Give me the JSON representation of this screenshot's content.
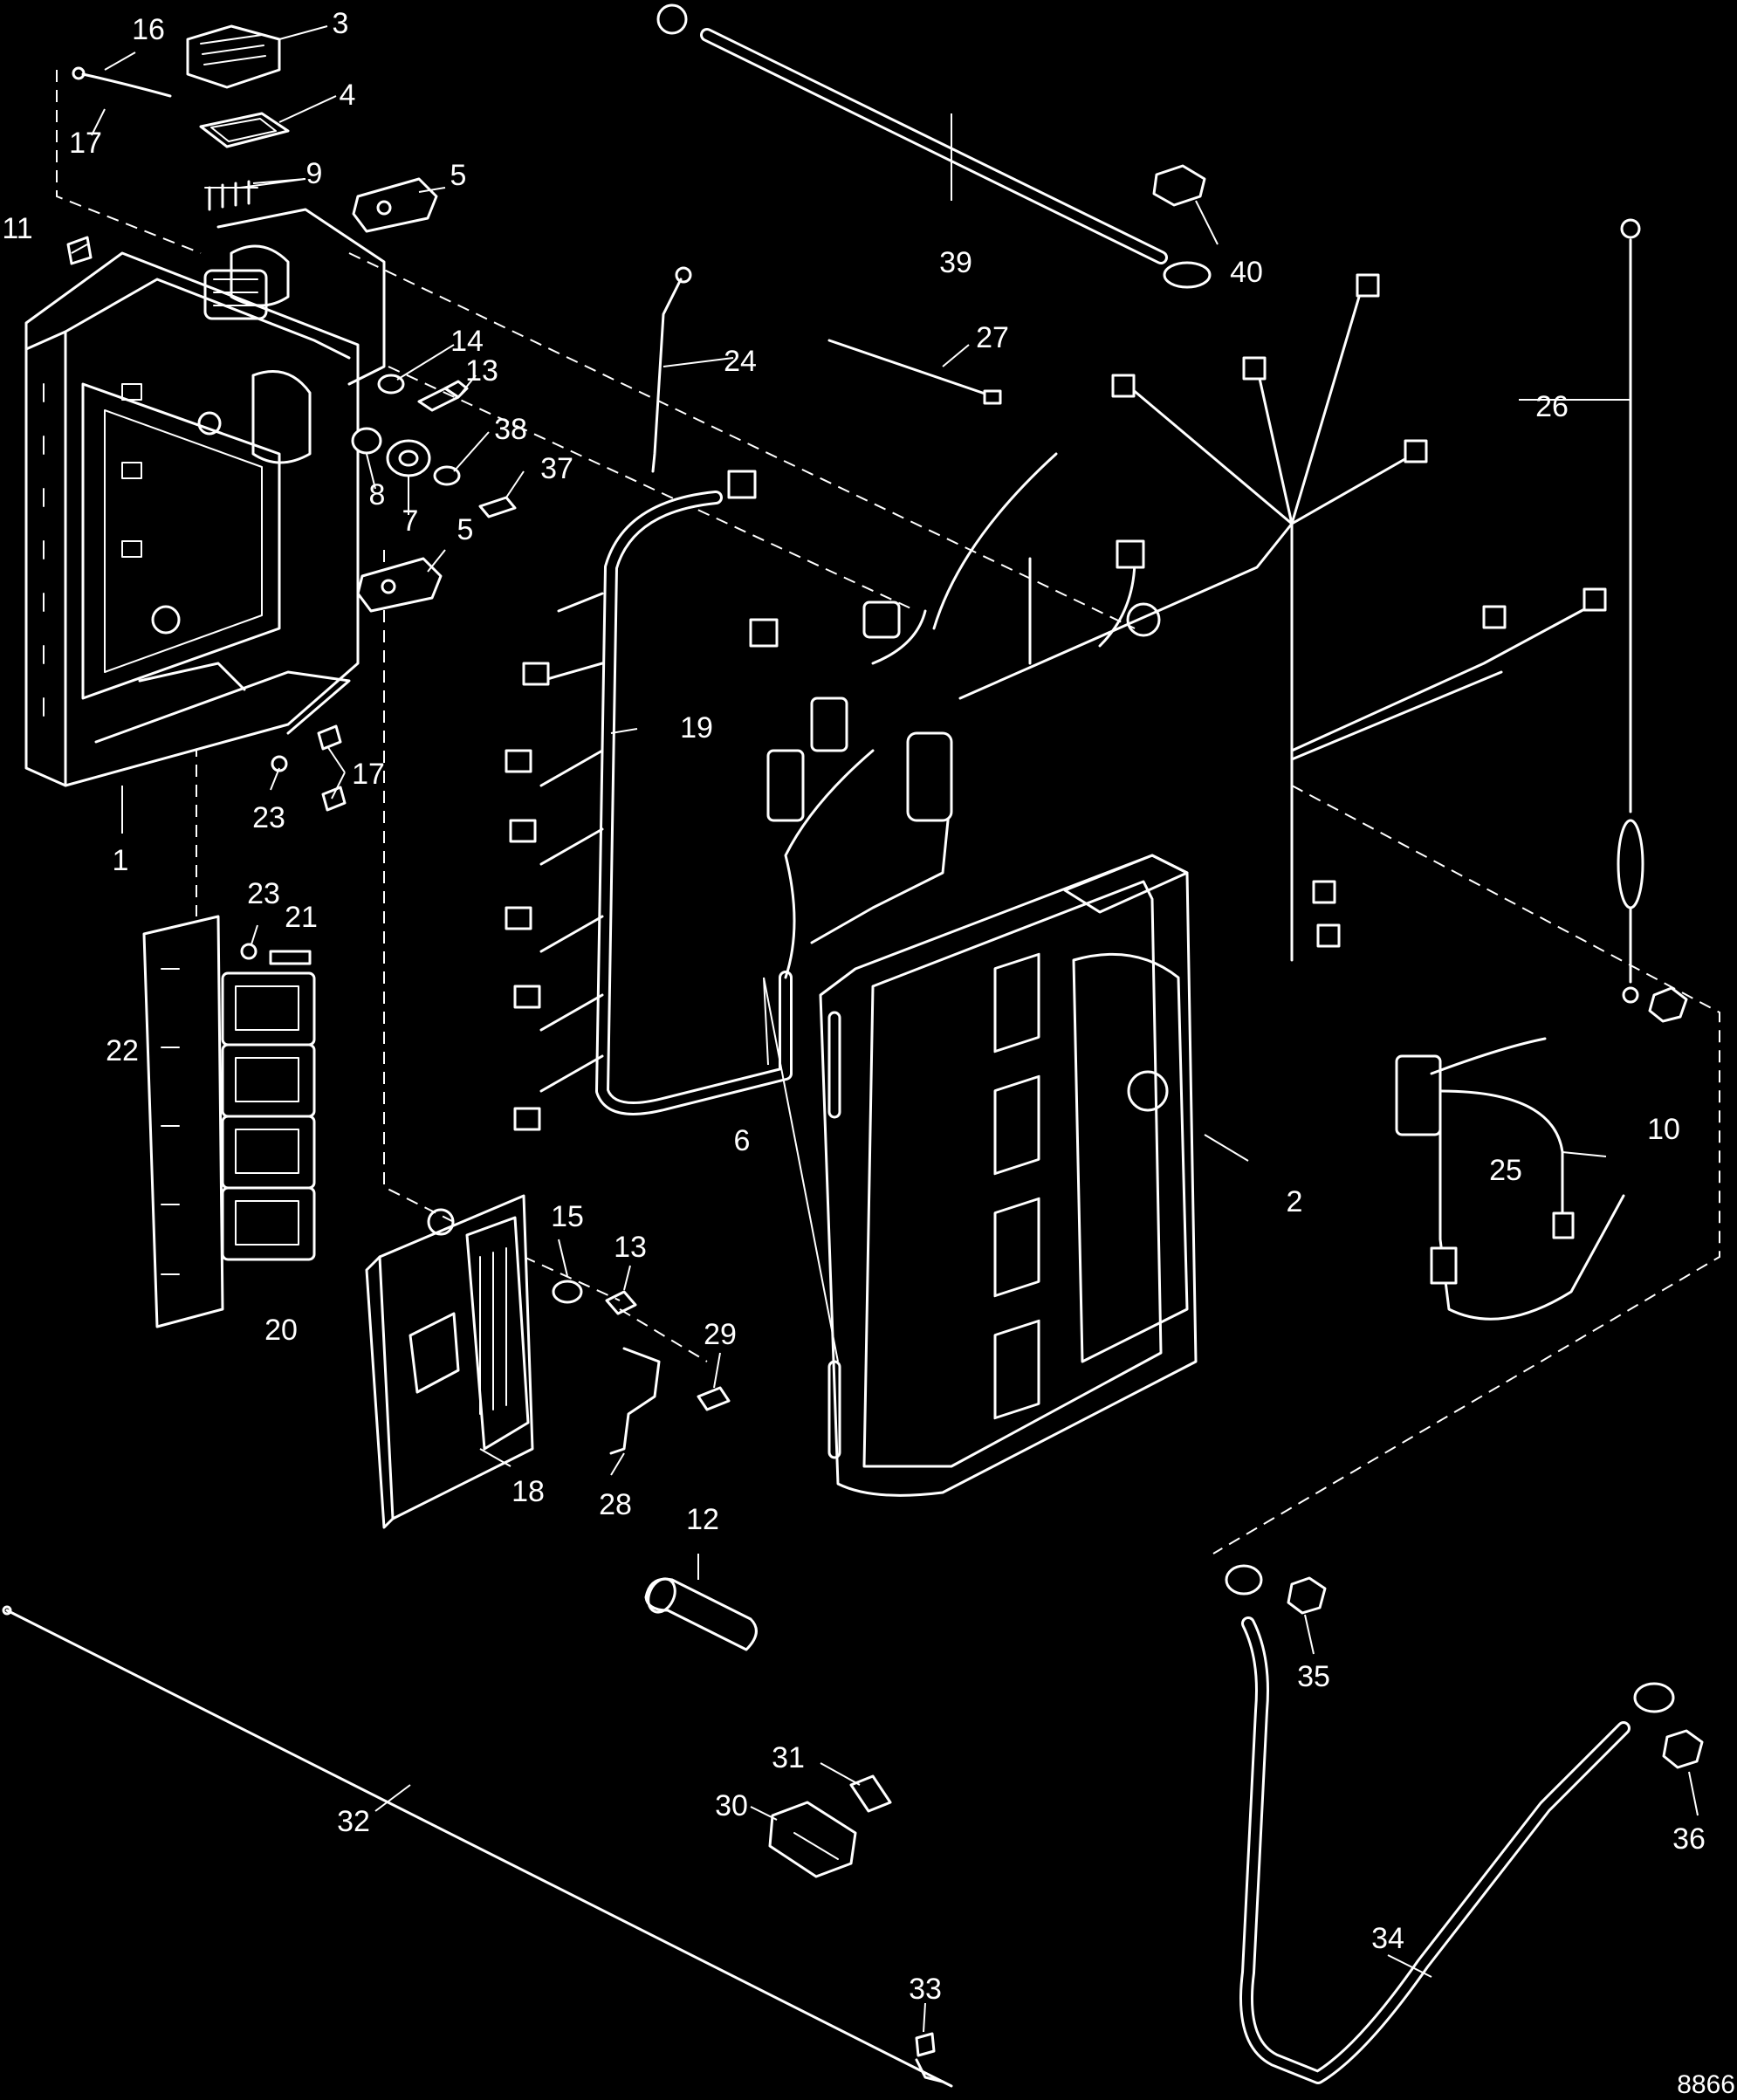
{
  "figure_number": "8866",
  "callouts": {
    "c1": "1",
    "c2": "2",
    "c3": "3",
    "c4": "4",
    "c5a": "5",
    "c5b": "5",
    "c6": "6",
    "c7": "7",
    "c8": "8",
    "c9": "9",
    "c10": "10",
    "c11": "11",
    "c12": "12",
    "c13a": "13",
    "c13b": "13",
    "c14": "14",
    "c15": "15",
    "c16": "16",
    "c17a": "17",
    "c17b": "17",
    "c18": "18",
    "c19": "19",
    "c20": "20",
    "c21": "21",
    "c22": "22",
    "c23a": "23",
    "c23b": "23",
    "c24": "24",
    "c25": "25",
    "c26": "26",
    "c27": "27",
    "c28": "28",
    "c29": "29",
    "c30": "30",
    "c31": "31",
    "c32": "32",
    "c33": "33",
    "c34": "34",
    "c35": "35",
    "c36": "36",
    "c37": "37",
    "c38": "38",
    "c39": "39",
    "c40": "40"
  },
  "colors": {
    "background": "#000000",
    "lines": "#ffffff"
  }
}
